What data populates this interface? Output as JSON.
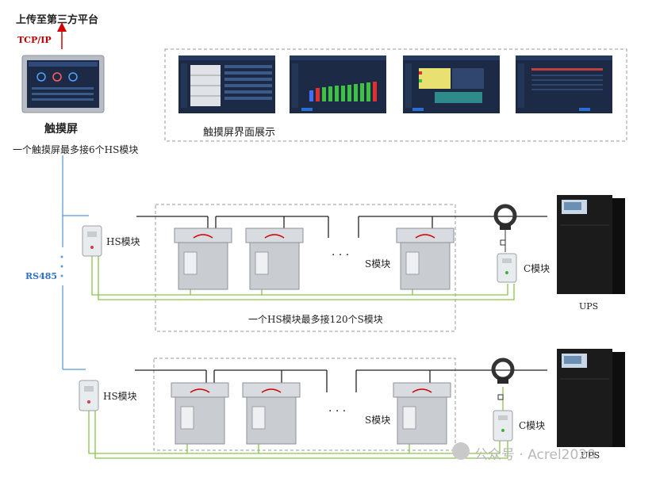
{
  "upload": {
    "title": "上传至第三方平台",
    "protocol": "TCP/IP"
  },
  "touchscreen": {
    "title": "触摸屏",
    "note": "一个触摸屏最多接6个HS模块"
  },
  "screens_panel": {
    "caption": "触摸屏界面展示"
  },
  "bus_label": "RS485",
  "row1": {
    "hs_label": "HS模块",
    "s_label": "S模块",
    "c_label": "C模块",
    "ups_label": "UPS",
    "note": "一个HS模块最多接120个S模块"
  },
  "row2": {
    "hs_label": "HS模块",
    "s_label": "S模块",
    "c_label": "C模块",
    "ups_label": "UPS"
  },
  "ellipsis": "· · ·",
  "watermark": "公众号 · Acrel2020",
  "colors": {
    "bus_blue": "#5b9bd5",
    "green_wire": "#8bc34a",
    "red_arrow": "#d00000",
    "screen_dark": "#1c2a45"
  }
}
